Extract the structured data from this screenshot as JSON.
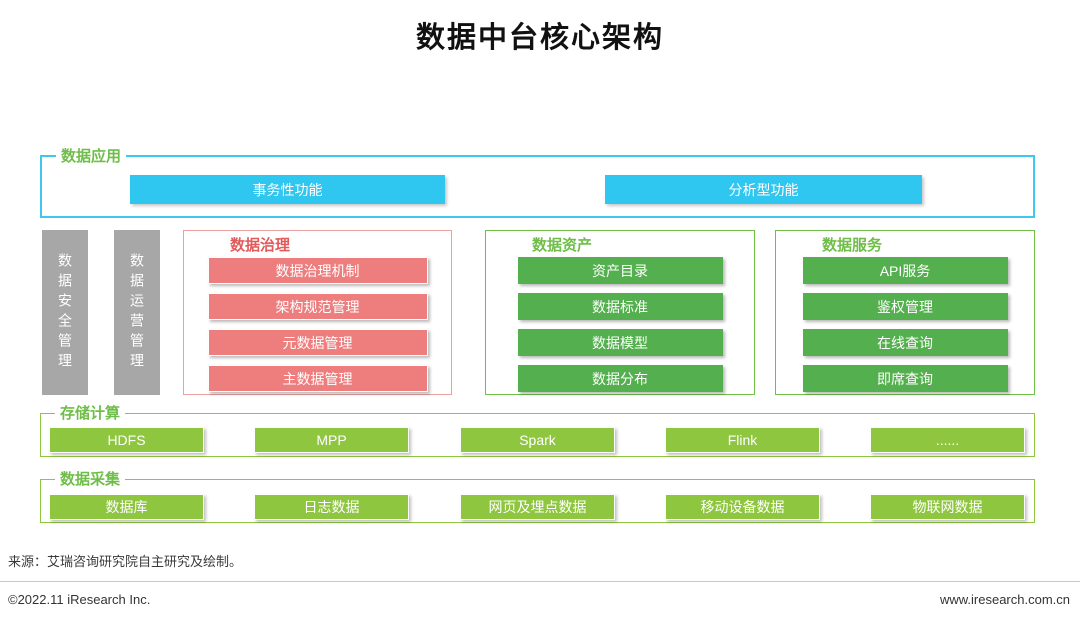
{
  "title": "数据中台核心架构",
  "colors": {
    "cyan_accent": "#2FC7F0",
    "green_accent": "#6FBE49",
    "lime_accent": "#8EC63F",
    "mid_green": "#54AF4E",
    "pink_accent": "#EE7E7E",
    "red_title": "#E25B5B",
    "gray_bar": "#A7A7A7"
  },
  "app_section": {
    "label": "数据应用",
    "buttons": [
      "事务性功能",
      "分析型功能"
    ]
  },
  "side_bars": [
    "数据安全管理",
    "数据运营管理"
  ],
  "governance": {
    "label": "数据治理",
    "buttons": [
      "数据治理机制",
      "架构规范管理",
      "元数据管理",
      "主数据管理"
    ]
  },
  "assets": {
    "label": "数据资产",
    "buttons": [
      "资产目录",
      "数据标准",
      "数据模型",
      "数据分布"
    ]
  },
  "services": {
    "label": "数据服务",
    "buttons": [
      "API服务",
      "鉴权管理",
      "在线查询",
      "即席查询"
    ]
  },
  "storage": {
    "label": "存储计算",
    "buttons": [
      "HDFS",
      "MPP",
      "Spark",
      "Flink",
      "......"
    ]
  },
  "collection": {
    "label": "数据采集",
    "buttons": [
      "数据库",
      "日志数据",
      "网页及埋点数据",
      "移动设备数据",
      "物联网数据"
    ]
  },
  "source_note": "来源：艾瑞咨询研究院自主研究及绘制。",
  "footer": {
    "left": "©2022.11 iResearch Inc.",
    "right": "www.iresearch.com.cn"
  }
}
